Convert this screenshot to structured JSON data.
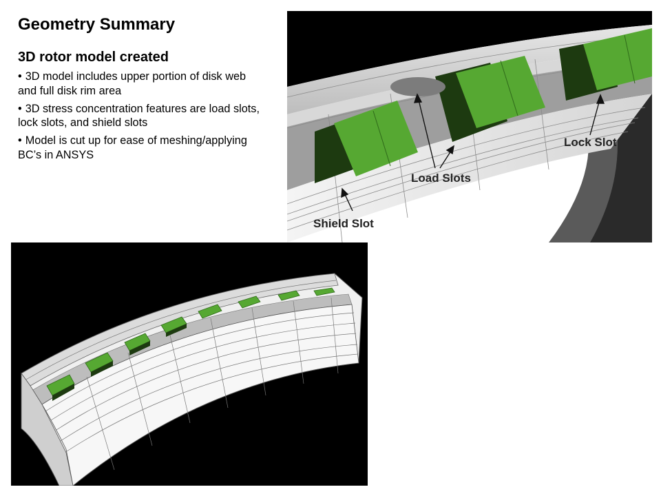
{
  "slide": {
    "title": "Geometry Summary",
    "subtitle": "3D rotor model created",
    "bullets": [
      "3D model includes upper portion of disk web and full disk rim area",
      "3D stress concentration features are load slots, lock slots, and shield slots",
      "Model is cut up for ease of meshing/applying BC’s in ANSYS"
    ]
  },
  "figure_top": {
    "callouts": {
      "lock_slot": "Lock Slot",
      "load_slots": "Load Slots",
      "shield_slot": "Shield Slot"
    }
  },
  "colors": {
    "slot_green": "#56a832",
    "slot_dark": "#1d3a10",
    "background_black": "#000000",
    "mesh_white": "#f2f2f2"
  }
}
